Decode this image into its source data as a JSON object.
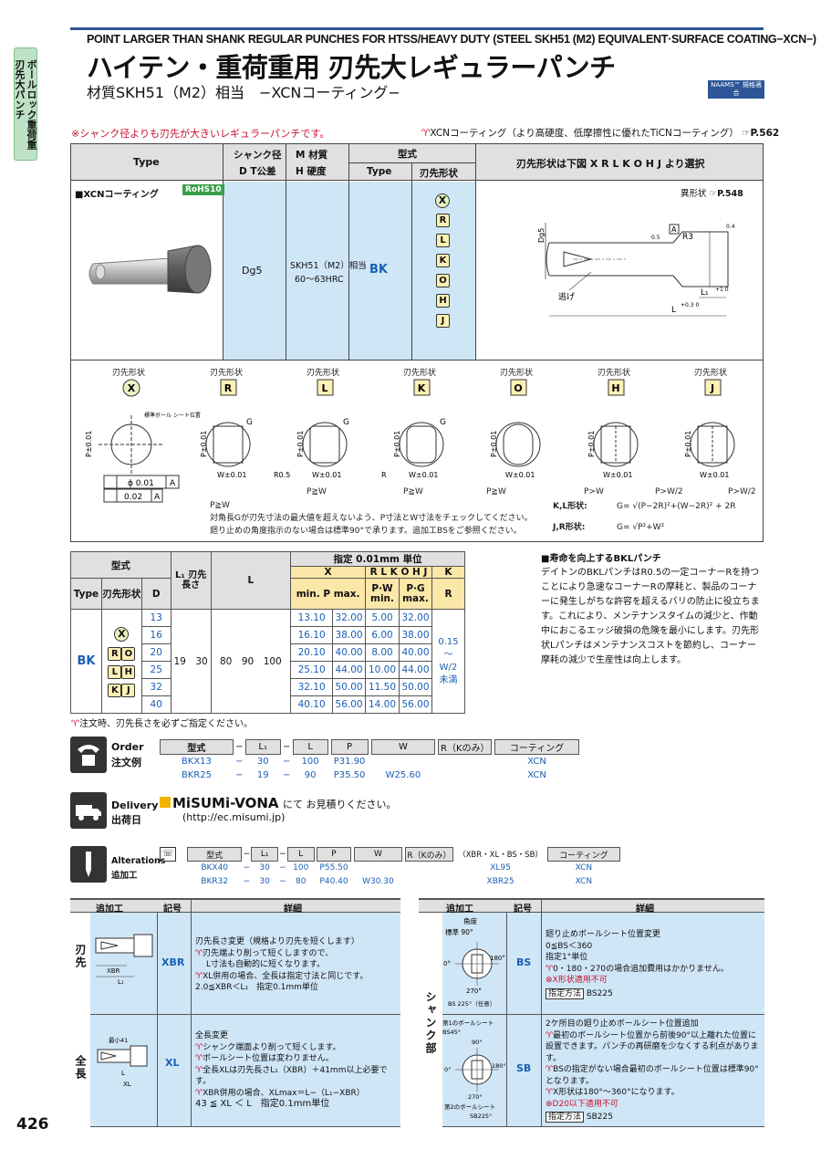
{
  "side_tab": "ボールロック重荷重\n刃先大パンチ",
  "header": {
    "english_title": "POINT LARGER THAN SHANK REGULAR PUNCHES FOR HTSS/HEAVY DUTY (STEEL SKH51 (M2) EQUIVALENT·SURFACE COATING−XCN−)",
    "japanese_title": "ハイテン・重荷重用 刃先大レギュラーパンチ",
    "subtitle": "材質SKH51（M2）相当　−XCNコーティング−",
    "badge": "NAAMS™ 規格適合"
  },
  "notes": {
    "left": "※シャンク径よりも刃先が大きいレギュラーパンチです。",
    "right": "XCNコーティング（より高硬度、低摩擦性に優れたTiCNコーティング）",
    "right_ref": "P.562"
  },
  "spec_table": {
    "headers": {
      "type": "Type",
      "shank": "シャンク径",
      "tol": "D T公差",
      "material": "M 材質",
      "hardness": "H 硬度",
      "model": "型式",
      "model_type": "Type",
      "model_shape": "刃先形状",
      "shape_select": "刃先形状は下図 X R L K O H J より選択"
    },
    "row": {
      "coating": "■XCNコーティング",
      "rohs": "RoHS10",
      "tolerance": "Dg5",
      "material": "SKH51（M2）相当",
      "hardness": "60〜63HRC",
      "type": "BK",
      "shapes": [
        "X",
        "R",
        "L",
        "K",
        "O",
        "H",
        "J"
      ],
      "special": "異形状",
      "special_ref": "P.548"
    },
    "drawing": {
      "d_label": "Dg5",
      "a_label": "A",
      "r3": "R3",
      "dim1": "0.5",
      "dim2": "0.4",
      "relief": "逃げ",
      "l1": "L₁",
      "l1_tol": "+1 0",
      "l": "L",
      "l_tol": "+0.3 0"
    }
  },
  "shapes_row": {
    "label": "刃先形状",
    "shapes": [
      "X",
      "R",
      "L",
      "K",
      "O",
      "H",
      "J"
    ],
    "x_note": "標準ボール シート位置",
    "concentric": "ϕ 0.01",
    "datum": "A",
    "parallel": "0.02",
    "p_tol": "P±0.01",
    "w_tol": "W±0.01",
    "g": "G",
    "r05": "R0.5",
    "r": "R",
    "cond_r": "P≧W",
    "cond_l": "P≧W",
    "cond_k": "P≧W",
    "cond_o": "P>W",
    "cond_h": "P>W/2",
    "cond_j": "P>W/2",
    "cond_x": "P≧W",
    "notes": [
      "対角長Gが刃先寸法の最大値を超えないよう、P寸法とW寸法をチェックしてください。",
      "廻り止めの角度指示のない場合は標準90°で承ります。追加工BSをご参照ください。"
    ],
    "formula_kl_label": "K,L形状:",
    "formula_kl": "G= √(P−2R)²+(W−2R)² + 2R",
    "formula_jr_label": "J,R形状:",
    "formula_jr": "G= √P²+W²"
  },
  "size_table": {
    "h_model": "型式",
    "h_type": "Type",
    "h_shape": "刃先形状",
    "h_d": "D",
    "h_l1": "L₁ 刃先長さ",
    "h_l": "L",
    "h_unit": "指定 0.01mm 単位",
    "h_x": "X",
    "h_rlkohj": "R L K O H J",
    "h_k": "K",
    "h_minp": "min. P max.",
    "h_pw": "P·W min.",
    "h_pg": "P·G max.",
    "h_r": "R",
    "type": "BK",
    "shapes": [
      "X",
      "R",
      "O",
      "L",
      "H",
      "K",
      "J"
    ],
    "l1_values": "19　30",
    "l_values": "80　90　100",
    "r_value": "0.15 〜 W/2 未満",
    "rows": [
      {
        "d": "13",
        "pmin": "13.10",
        "pmax": "32.00",
        "pw": "5.00",
        "pg": "32.00"
      },
      {
        "d": "16",
        "pmin": "16.10",
        "pmax": "38.00",
        "pw": "6.00",
        "pg": "38.00"
      },
      {
        "d": "20",
        "pmin": "20.10",
        "pmax": "40.00",
        "pw": "8.00",
        "pg": "40.00"
      },
      {
        "d": "25",
        "pmin": "25.10",
        "pmax": "44.00",
        "pw": "10.00",
        "pg": "44.00"
      },
      {
        "d": "32",
        "pmin": "32.10",
        "pmax": "50.00",
        "pw": "11.50",
        "pg": "50.00"
      },
      {
        "d": "40",
        "pmin": "40.10",
        "pmax": "56.00",
        "pw": "14.00",
        "pg": "56.00"
      }
    ],
    "note": "注文時、刃先長さを必ずご指定ください。"
  },
  "bkl_section": {
    "title": "■寿命を向上するBKLパンチ",
    "body": "デイトンのBKLパンチはR0.5の一定コーナーRを持つことにより急速なコーナーRの摩耗と、製品のコーナーに発生しがちな許容を超えるバリの防止に役立ちます。これにより、メンテナンスタイムの減少と、作動中におこるエッジ破損の危険を最小にします。刃先形状Lパンチはメンテナンスコストを節約し、コーナー摩耗の減少で生産性は向上します。"
  },
  "order": {
    "label_en": "Order",
    "label_jp": "注文例",
    "headers": [
      "型式",
      "L₁",
      "L",
      "P",
      "W",
      "R（Kのみ）",
      "コーティング"
    ],
    "rows": [
      [
        "BKX13",
        "30",
        "100",
        "P31.90",
        "",
        "",
        "XCN"
      ],
      [
        "BKR25",
        "19",
        "90",
        "P35.50",
        "W25.60",
        "",
        "XCN"
      ]
    ]
  },
  "delivery": {
    "label_en": "Delivery",
    "label_jp": "出荷日",
    "brand": "MiSUMi-VONA",
    "text": "にて お見積りください。",
    "url": "(http://ec.misumi.jp)"
  },
  "alterations": {
    "label_en": "Alterations",
    "label_jp": "追加工",
    "headers": [
      "型式",
      "L₁",
      "L",
      "P",
      "W",
      "R（Kのみ）",
      "（XBR・XL・BS・SB）",
      "コーティング"
    ],
    "rows": [
      [
        "BKX40",
        "30",
        "100",
        "P55.50",
        "",
        "",
        "XL95",
        "XCN"
      ],
      [
        "BKR32",
        "30",
        "80",
        "P40.40",
        "W30.30",
        "",
        "XBR25",
        "XCN"
      ]
    ]
  },
  "alt_table_left": {
    "headers": [
      "追加工",
      "記号",
      "詳細"
    ],
    "rows": [
      {
        "category": "刃先",
        "code": "XBR",
        "fig_labels": [
          "XBR",
          "L₁"
        ],
        "lines": [
          "刃先長さ変更（規格より刃先を短くします）",
          "刃先端より削って短くしますので、",
          "L寸法も自動的に短くなります。",
          "XL併用の場合、全長は指定寸法と同じです。",
          "2.0≦XBR＜L₁　指定0.1mm単位"
        ]
      },
      {
        "category": "全長",
        "code": "XL",
        "fig_labels": [
          "最小41",
          "L",
          "XL"
        ],
        "lines": [
          "全長変更",
          "シャンク端面より削って短くします。",
          "ボールシート位置は変わりません。",
          "全長XLは刃先長さL₁（XBR）＋41mm以上必要です。",
          "XBR併用の場合、XLmax＝L−（L₁−XBR）",
          "43 ≦ XL ＜ L　指定0.1mm単位"
        ]
      }
    ]
  },
  "alt_table_right": {
    "headers": [
      "追加工",
      "記号",
      "詳細"
    ],
    "category": "シャンク部",
    "rows": [
      {
        "code": "BS",
        "fig_labels": [
          "角度",
          "標準 90°",
          "0°",
          "180°",
          "270°",
          "BS 225°（任意）"
        ],
        "lines": [
          "廻り止めボールシート位置変更",
          "0≦BS＜360",
          "指定1°単位",
          "0・180・270の場合追加費用はかかりません。",
          "X形状適用不可"
        ],
        "spec_label": "指定方法",
        "spec_value": "BS225"
      },
      {
        "code": "SB",
        "fig_labels": [
          "第1のボールシート",
          "BS45°",
          "90°",
          "0°",
          "180°",
          "270°",
          "第2のボールシート",
          "SB225°"
        ],
        "lines": [
          "2ケ所目の廻り止めボールシート位置追加",
          "最初のボールシート位置から前後90°以上離れた位置に設置できます。パンチの再研磨を少なくする利点があります。",
          "BSの指定がない場合最初のボールシート位置は標準90°となります。",
          "X形状は180°〜360°になります。",
          "D20以下適用不可"
        ],
        "spec_label": "指定方法",
        "spec_value": "SB225"
      }
    ]
  },
  "page_number": "426"
}
